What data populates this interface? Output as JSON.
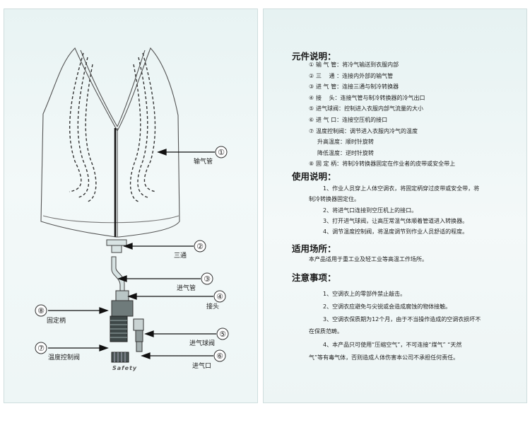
{
  "diagram": {
    "labels": [
      {
        "num": "①",
        "text": "输气管"
      },
      {
        "num": "②",
        "text": "三通"
      },
      {
        "num": "③",
        "text": "进气管"
      },
      {
        "num": "④",
        "text": "接头"
      },
      {
        "num": "⑤",
        "text": "进气球阀"
      },
      {
        "num": "⑥",
        "text": "进气口"
      },
      {
        "num": "⑦",
        "text": "温度控制阀"
      },
      {
        "num": "⑧",
        "text": "固定柄"
      }
    ],
    "brand": "Safety"
  },
  "components": {
    "title": "元件说明：",
    "items": [
      {
        "num": "①",
        "text": "输 气 管：将冷气输送到衣服内部"
      },
      {
        "num": "②",
        "text": "三　 通 ：连接内外部的输气管"
      },
      {
        "num": "③",
        "text": "进 气 管：连接三通与制冷转换器"
      },
      {
        "num": "④",
        "text": "接　 头：连接气管与制冷转换器的冷气出口"
      },
      {
        "num": "⑤",
        "text": "进气球阀：控制进入衣服内部气流量的大小"
      },
      {
        "num": "⑥",
        "text": "进 气 口：连接空压机的接口"
      },
      {
        "num": "⑦",
        "text": "温度控制阀：调节进入衣服内冷气的温度"
      },
      {
        "num": "",
        "text": "升高温度：顺时针旋转",
        "sub": true
      },
      {
        "num": "",
        "text": "降低温度：逆时针旋转",
        "sub": true
      },
      {
        "num": "⑧",
        "text": "固 定 柄：将制冷转换器固定在作业者的皮带或安全带上"
      }
    ]
  },
  "usage": {
    "title": "使用说明：",
    "p1_line1": "1、作业人员穿上人体空调衣，将固定柄穿过皮带或安全带，将",
    "p1_line2": "制冷转换器固定住。",
    "p2": "2、将进气口连接到空压机上的接口。",
    "p3": "3、打开进气球阀，让高压常温气体顺着管道进入转换器。",
    "p4": "4、调节温度控制阀，将温度调节到作业人员舒适的程度。"
  },
  "scope": {
    "title": "适用场所：",
    "text": "本产品适用于重工业及轻工业等高温工作场所。"
  },
  "notes": {
    "title": "注意事项：",
    "p1": "1、空调衣上的零部件禁止敲击。",
    "p2": "2、空调衣应避免与尖锐或会造成腐蚀的物体接触。",
    "p3_line1": "3、空调衣保质期为12个月，由于不当操作造成的空调衣损坏不",
    "p3_line2": "在保质范畴。",
    "p4_line1": "4、本产品只可使用“压缩空气”，不可连接“煤气” “天然",
    "p4_line2": "气”等有毒气体，否则造成人体伤害本公司不承担任何责任。"
  }
}
